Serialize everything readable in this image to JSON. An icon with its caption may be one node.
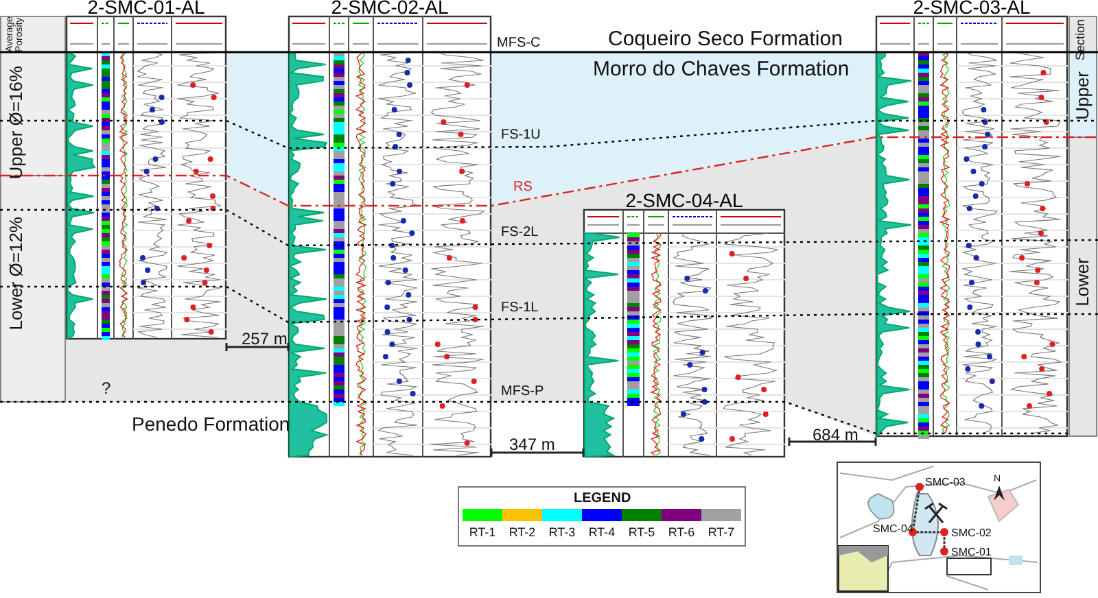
{
  "diagram": {
    "nodes": [
      {
        "text": [
          "2-SMC-01-AL"
        ]
      },
      {
        "text": [
          "2-SMC-02-AL"
        ]
      },
      {
        "text": [
          "2-SMC-03-AL"
        ]
      },
      {
        "text": [
          "2-SMC-04-AL"
        ]
      }
    ],
    "labels": [
      "Average Porosity",
      "MFS-C",
      "Coqueiro Seco Formation",
      "Section",
      "Morro do Chaves Formation",
      "Upper Ø=16%",
      "Upper",
      "FS-1U",
      "RS",
      "Lower Ø=12%",
      "FS-2L",
      "Lower",
      "FS-1L",
      "257 m",
      "?",
      "MFS-P",
      "Penedo Formation",
      "684 m",
      "347 m",
      "LEGEND",
      "N",
      "SMC-03",
      "SMC-04",
      "SMC-02",
      "SMC-01"
    ],
    "legend": [
      {
        "text": "RT-1",
        "color": "#00ff00"
      },
      {
        "text": "RT-2",
        "color": "#ffc000"
      },
      {
        "text": "RT-3",
        "color": "#00ffff"
      },
      {
        "text": "RT-4",
        "color": "#0000ff"
      },
      {
        "text": "RT-5",
        "color": "#008000"
      },
      {
        "text": "RT-6",
        "color": "#800080"
      },
      {
        "text": "RT-7",
        "color": "#a0a0a0"
      }
    ]
  }
}
